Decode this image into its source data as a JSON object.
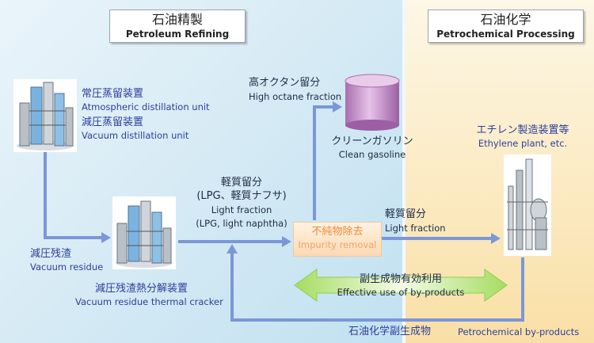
{
  "left_header": {
    "jp": "石油精製",
    "en": "Petroleum Refining"
  },
  "right_header": {
    "jp": "石油化学",
    "en": "Petrochemical Processing"
  },
  "atmospheric": {
    "jp": "常圧蒸留装置",
    "en": "Atmospheric distillation unit"
  },
  "vacuum": {
    "jp": "減圧蒸留装置",
    "en": "Vacuum distillation unit"
  },
  "vacuum_residue": {
    "jp": "減圧残渣",
    "en": "Vacuum residue"
  },
  "cracker": {
    "jp": "減圧残渣熱分解装置",
    "en": "Vacuum residue thermal cracker"
  },
  "light_fraction_left": {
    "jp": "軽質留分",
    "jp2": "(LPG、軽質ナフサ)",
    "en": "Light fraction",
    "en2": "(LPG, light naphtha)"
  },
  "high_octane": {
    "jp": "高オクタン留分",
    "en": "High octane fraction"
  },
  "gasoline": {
    "jp": "クリーンガソリン",
    "en": "Clean gasoline"
  },
  "impurity": {
    "jp": "不純物除去",
    "en": "Impurity removal"
  },
  "light_fraction_right": {
    "jp": "軽質留分",
    "en": "Light fraction"
  },
  "ethylene": {
    "jp": "エチレン製造装置等",
    "en": "Ethylene plant, etc."
  },
  "byproducts_use": {
    "jp": "副生成物有効利用",
    "en": "Effective use of by-products"
  },
  "petrochem_byproducts": {
    "jp": "石油化学副生成物",
    "en": "Petrochemical by-products"
  },
  "colors": {
    "label_blue": "#2d3f9a",
    "arrow_blue": "#6f8fd6",
    "impurity_orange": "#f08a3a",
    "tank_purple": "#c590c9",
    "by_product_arrow": "#b6e27a"
  }
}
